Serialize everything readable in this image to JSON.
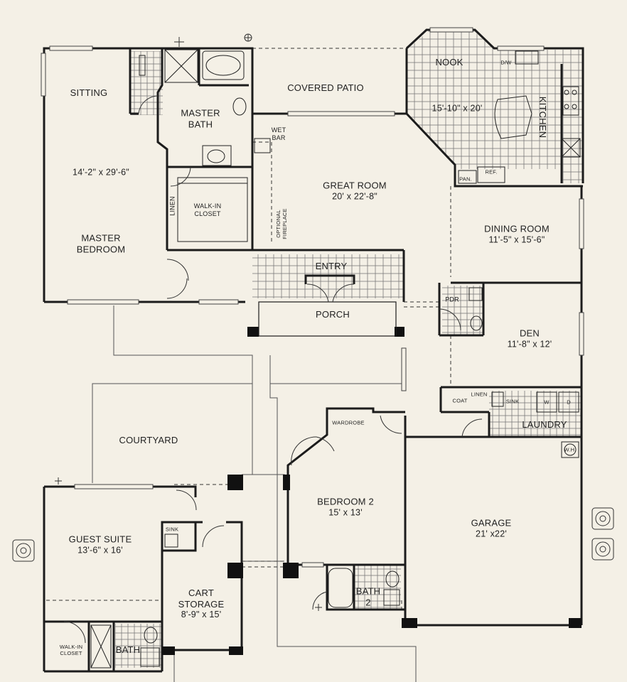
{
  "rooms": {
    "sitting": {
      "name": "SITTING"
    },
    "master_bedroom": {
      "name": "MASTER BEDROOM",
      "dim": "14'-2\" x 29'-6\""
    },
    "master_bath": {
      "name": "MASTER BATH"
    },
    "walk_in_closet": {
      "name": "WALK-IN CLOSET"
    },
    "linen_master": {
      "name": "LINEN"
    },
    "covered_patio": {
      "name": "COVERED PATIO"
    },
    "wet_bar": {
      "name": "WET BAR"
    },
    "great_room": {
      "name": "GREAT ROOM",
      "dim": "20' x 22'-8\""
    },
    "optional_fireplace": {
      "name": "OPTIONAL FIREPLACE"
    },
    "nook": {
      "name": "NOOK"
    },
    "kitchen": {
      "name": "KITCHEN",
      "dim": "15'-10\" x 20'"
    },
    "dw": {
      "name": "D/W"
    },
    "pan": {
      "name": "PAN."
    },
    "ref": {
      "name": "REF."
    },
    "dining_room": {
      "name": "DINING ROOM",
      "dim": "11'-5\" x 15'-6\""
    },
    "entry": {
      "name": "ENTRY"
    },
    "porch": {
      "name": "PORCH"
    },
    "pdr": {
      "name": "PDR"
    },
    "den": {
      "name": "DEN",
      "dim": "11'-8\" x 12'"
    },
    "coat": {
      "name": "COAT"
    },
    "linen_hall": {
      "name": "LINEN"
    },
    "sink_laundry": {
      "name": "SINK"
    },
    "washer": {
      "name": "W"
    },
    "dryer": {
      "name": "D"
    },
    "laundry": {
      "name": "LAUNDRY"
    },
    "wardrobe": {
      "name": "WARDROBE"
    },
    "courtyard": {
      "name": "COURTYARD"
    },
    "bedroom2": {
      "name": "BEDROOM 2",
      "dim": "15' x 13'"
    },
    "garage": {
      "name": "GARAGE",
      "dim": "21' x22'"
    },
    "wh": {
      "name": "W.H."
    },
    "guest_suite": {
      "name": "GUEST SUITE",
      "dim": "13'-6\" x 16'"
    },
    "sink_guest": {
      "name": "SINK"
    },
    "cart_storage": {
      "name": "CART STORAGE",
      "dim": "8'-9\" x 15'"
    },
    "walk_in_closet_guest": {
      "name": "WALK-IN CLOSET"
    },
    "bath_guest": {
      "name": "BATH"
    },
    "bath2": {
      "name": "BATH 2"
    }
  },
  "colors": {
    "paper": "#f4f0e6",
    "ink": "#1c1c1c",
    "tile": "#6a6a6a"
  }
}
